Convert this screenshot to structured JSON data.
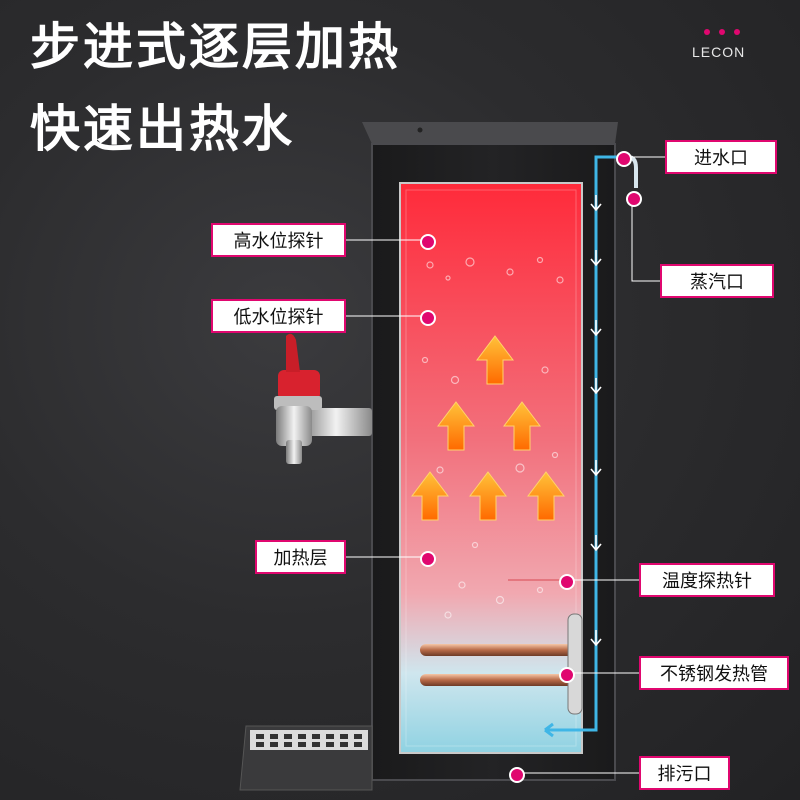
{
  "headline": {
    "line1": "步进式逐层加热",
    "line2": "快速出热水"
  },
  "brand": {
    "name": "LECON",
    "dot_colors": [
      "#e0076f",
      "#e0076f",
      "#e0076f"
    ]
  },
  "labels": {
    "water_inlet": "进水口",
    "steam_outlet": "蒸汽口",
    "high_level_probe": "高水位探针",
    "low_level_probe": "低水位探针",
    "heating_layer": "加热层",
    "temperature_probe": "温度探热针",
    "stainless_heating_tube": "不锈钢发热管",
    "drain_outlet": "排污口"
  },
  "icons": {
    "heat_arrow": "up-arrow-icon",
    "flow_arrow": "down-arrow-icon",
    "tap": "faucet-icon",
    "tray": "drip-tray-icon"
  },
  "colors": {
    "accent": "#e0076f",
    "water_flow": "#3fb6e6",
    "hot": "#f0303c",
    "arrow": "#ff9a10"
  }
}
